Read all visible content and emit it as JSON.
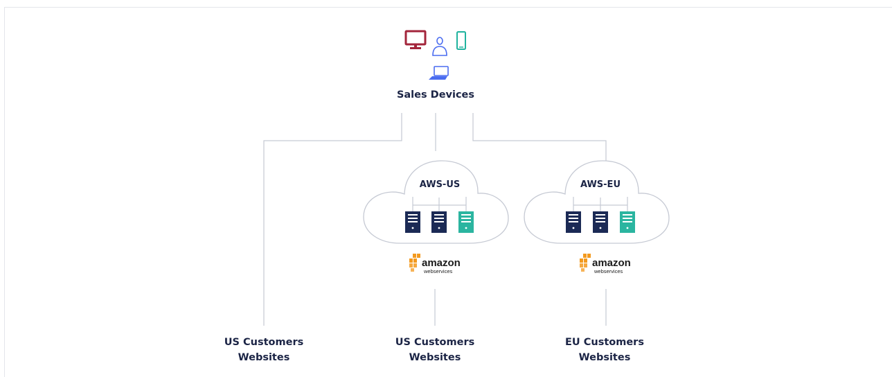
{
  "hub": {
    "label": "Sales Devices",
    "icons": [
      "desktop-icon",
      "user-icon",
      "mobile-icon",
      "laptop-icon"
    ]
  },
  "clouds": [
    {
      "name": "AWS-US",
      "provider": "amazon web services",
      "servers": [
        "server-dark",
        "server-dark",
        "server-teal"
      ]
    },
    {
      "name": "AWS-EU",
      "provider": "amazon web services",
      "servers": [
        "server-dark",
        "server-dark",
        "server-teal"
      ]
    }
  ],
  "logos": {
    "word": "amazon",
    "sub": "webservices"
  },
  "targets": [
    {
      "line1": "US Customers",
      "line2": "Websites"
    },
    {
      "line1": "US Customers",
      "line2": "Websites"
    },
    {
      "line1": "EU Customers",
      "line2": "Websites"
    }
  ],
  "colors": {
    "desktop": "#a3253b",
    "person": "#4a6cf0",
    "mobile": "#1fb39e",
    "laptop": "#4a6cf0",
    "server_dark": "#1b2a55",
    "server_teal": "#2bb5a0",
    "line": "#c5c9d3",
    "aws_orange": "#f39a1f"
  }
}
